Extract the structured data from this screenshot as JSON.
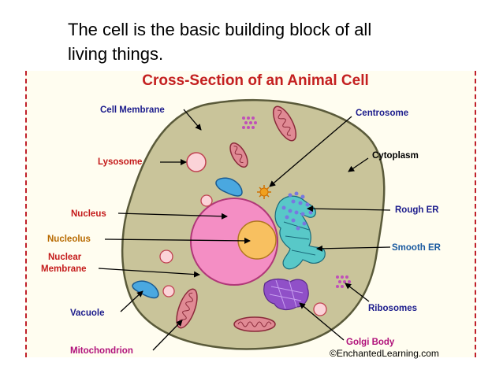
{
  "caption": {
    "line1": "The cell is the basic building block of all",
    "line2": "living things."
  },
  "diagram": {
    "title": "Cross-Section of an Animal Cell",
    "copyright": "©EnchantedLearning.com",
    "labels": {
      "cell_membrane": "Cell Membrane",
      "lysosome": "Lysosome",
      "nucleus": "Nucleus",
      "nucleolus": "Nucleolus",
      "nuclear_membrane_1": "Nuclear",
      "nuclear_membrane_2": "Membrane",
      "vacuole": "Vacuole",
      "mitochondrion": "Mitochondrion",
      "centrosome": "Centrosome",
      "cytoplasm": "Cytoplasm",
      "rough_er": "Rough ER",
      "smooth_er": "Smooth ER",
      "ribosomes": "Ribosomes",
      "golgi_body": "Golgi Body"
    },
    "colors": {
      "title": "#c42020",
      "border": "#c0202a",
      "cytoplasm": "#c9c49a",
      "nucleus": "#f48ec4",
      "nucleolus": "#f8c060",
      "mitochondria": "#e08a94",
      "vacuole": "#4aa8e0",
      "lysosome": "#fbd3d8",
      "er": "#58c8c8",
      "golgi": "#9050c8",
      "ribosome": "#c050b8",
      "centrosome": "#f0a020"
    }
  }
}
